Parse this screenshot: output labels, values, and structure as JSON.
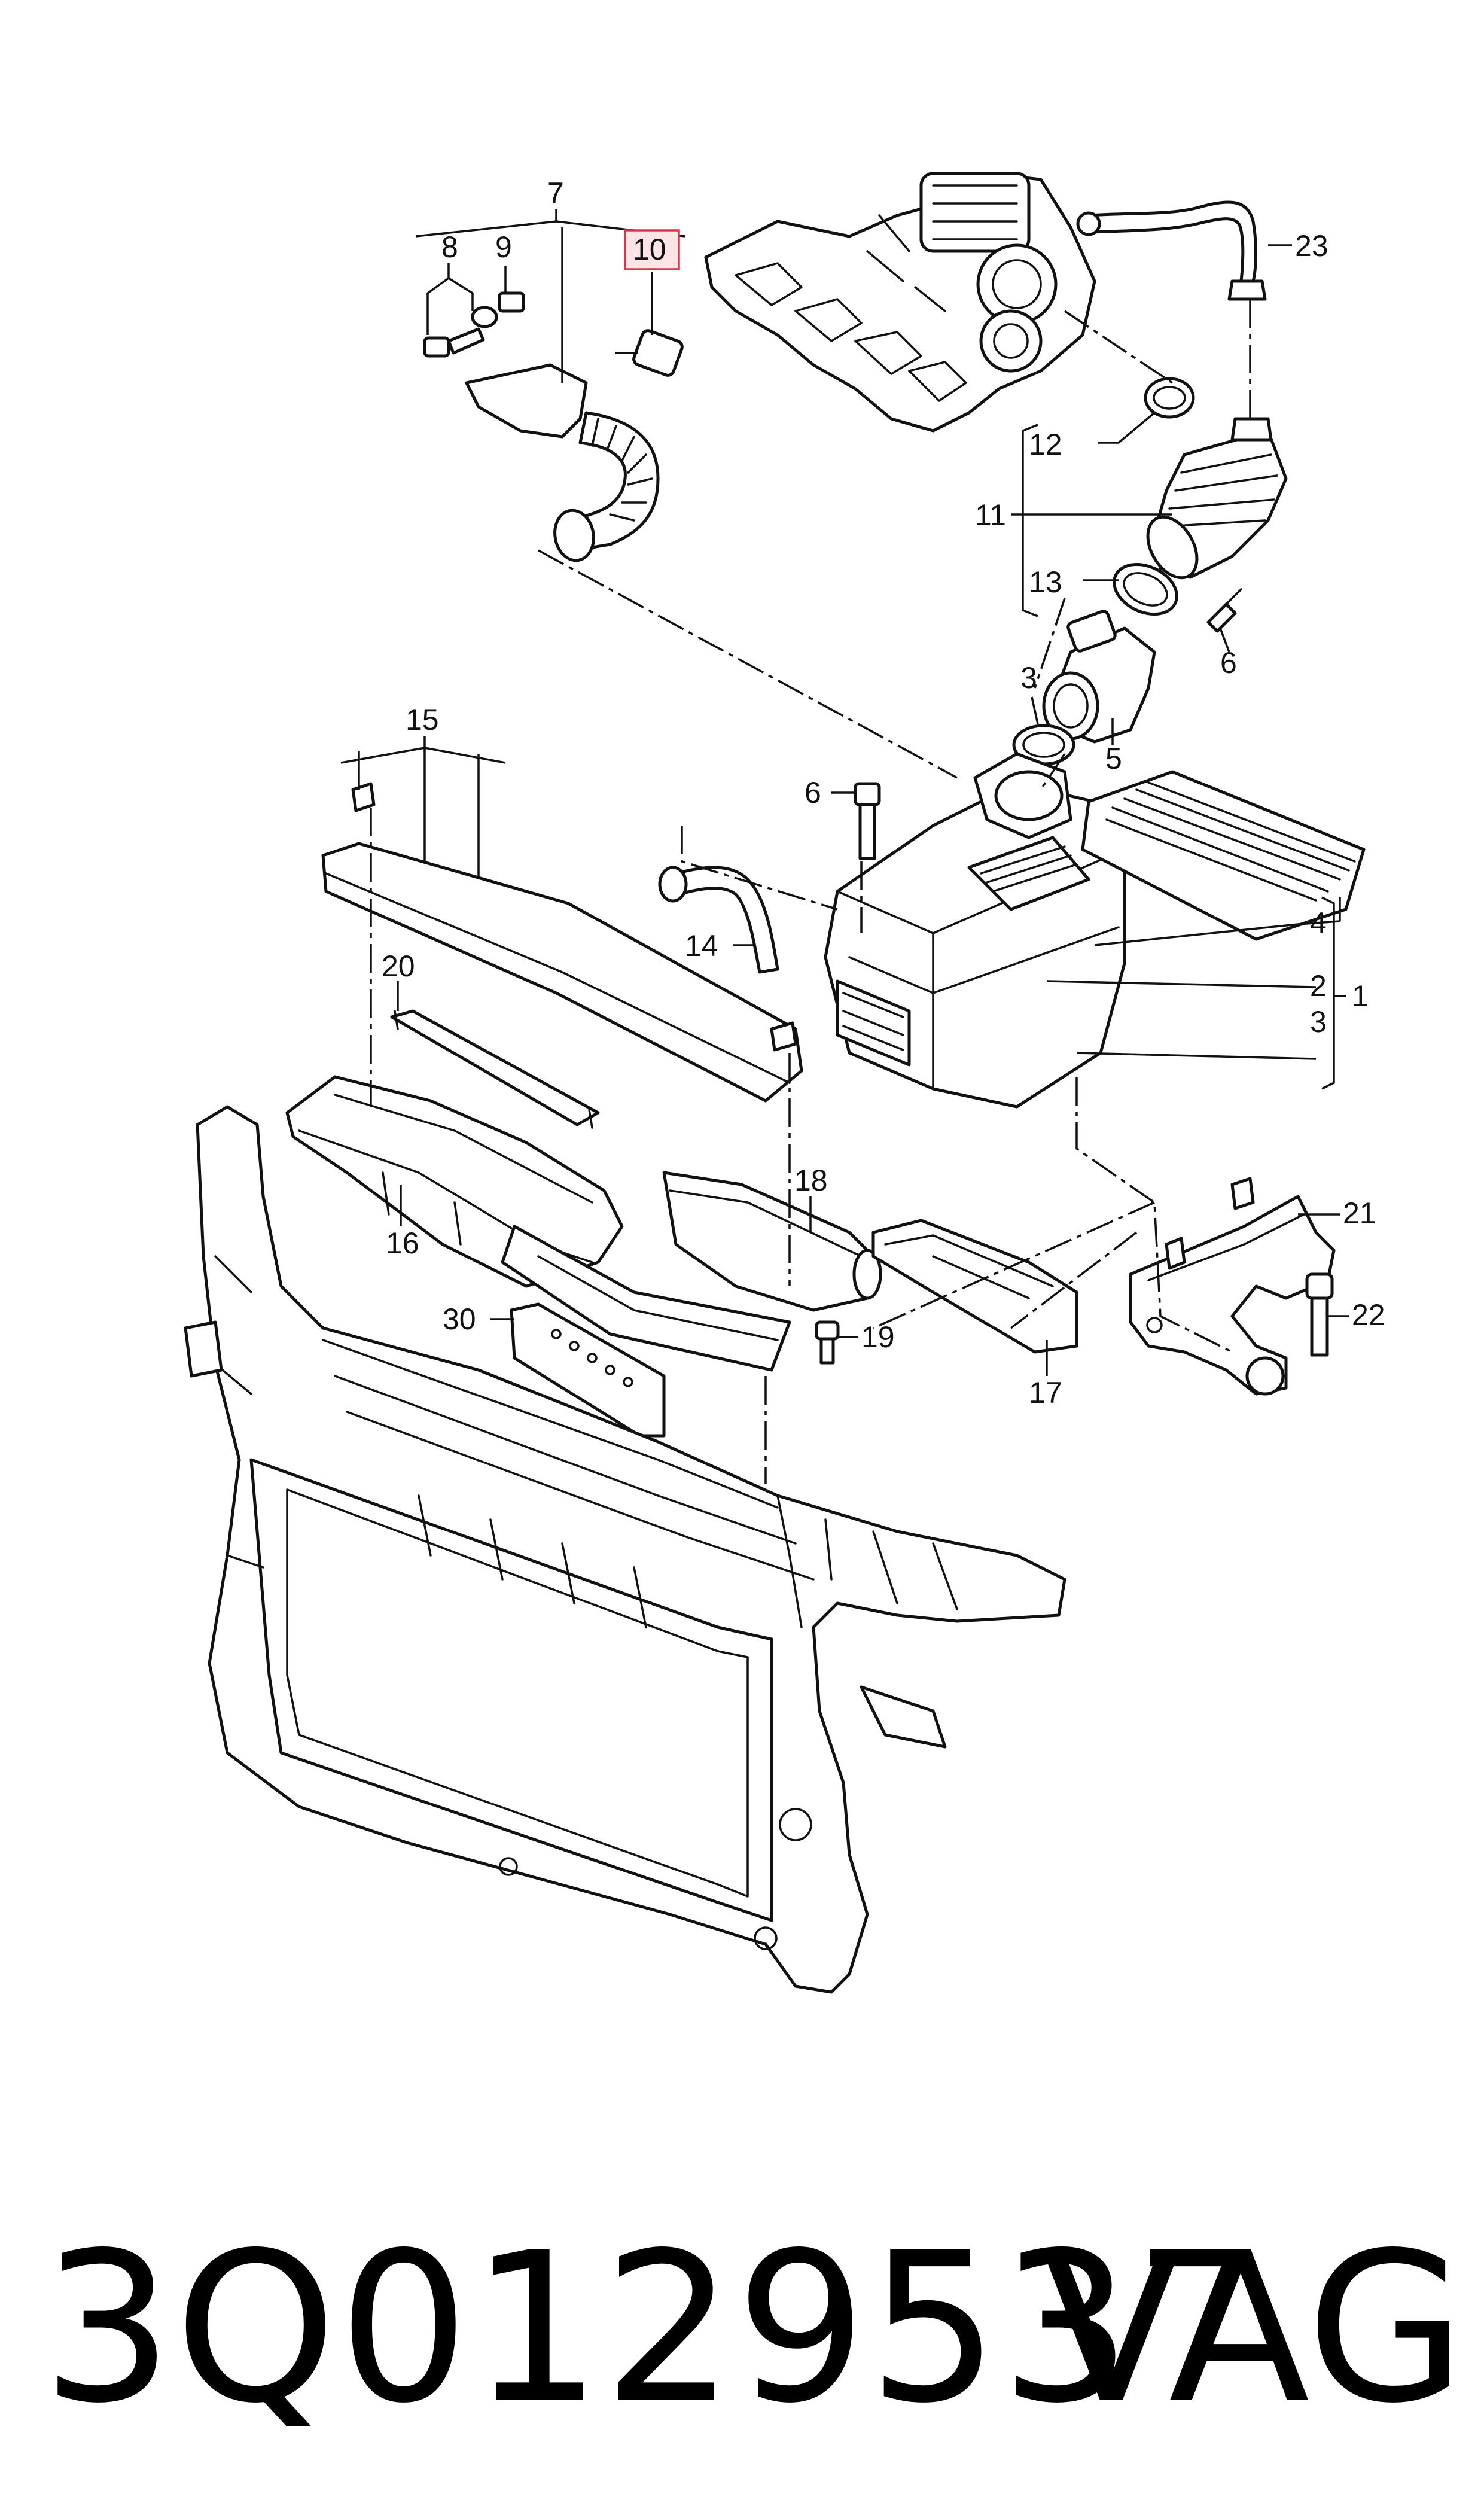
{
  "diagram": {
    "callouts": {
      "c1": "1",
      "c2": "2",
      "c3a": "3",
      "c3b": "3",
      "c4": "4",
      "c5": "5",
      "c6a": "6",
      "c6b": "6",
      "c7": "7",
      "c8": "8",
      "c9": "9",
      "c10": "10",
      "c11": "11",
      "c12": "12",
      "c13": "13",
      "c14": "14",
      "c15": "15",
      "c16": "16",
      "c17": "17",
      "c18": "18",
      "c19": "19",
      "c20": "20",
      "c21": "21",
      "c22": "22",
      "c23": "23",
      "c30": "30"
    },
    "highlight_color": "#d43a4a"
  },
  "footer": {
    "part_number": "3Q0129537",
    "brand": "VAG"
  }
}
